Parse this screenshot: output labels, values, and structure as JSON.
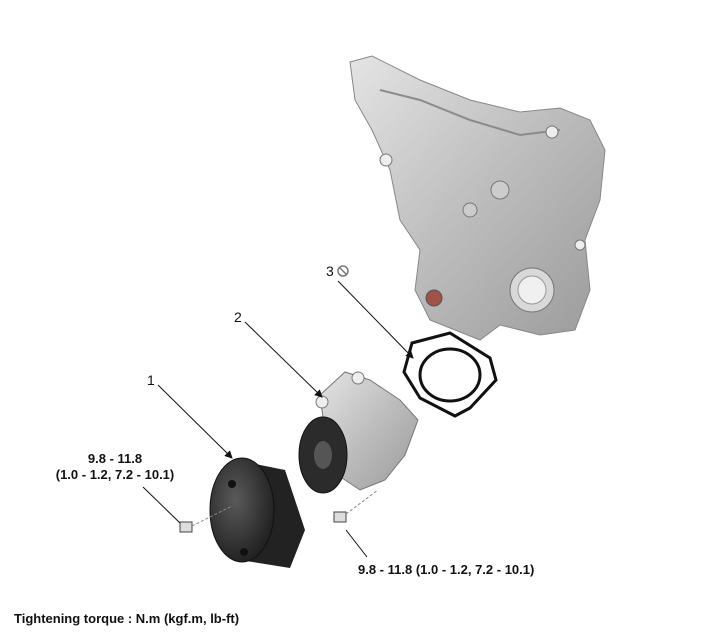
{
  "callouts": [
    {
      "number": "1"
    },
    {
      "number": "2"
    },
    {
      "number": "3",
      "icon": "do-not-reuse-icon"
    }
  ],
  "torque_left": {
    "line1": "9.8 - 11.8",
    "line2": "(1.0 - 1.2, 7.2 - 10.1)"
  },
  "torque_right": "9.8 - 11.8 (1.0 - 1.2, 7.2 - 10.1)",
  "footer": "Tightening torque : N.m (kgf.m, lb-ft)"
}
